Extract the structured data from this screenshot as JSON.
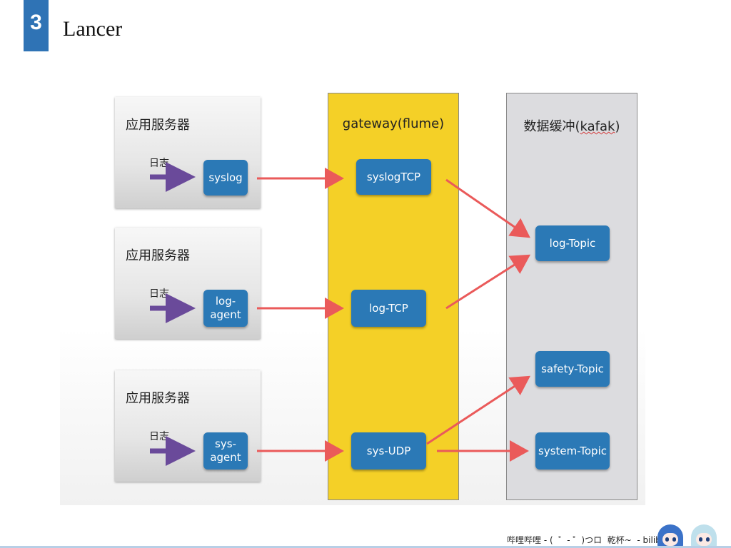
{
  "slide": {
    "number": "3",
    "title": "Lancer"
  },
  "servers": [
    {
      "title": "应用服务器",
      "log_label": "日志",
      "agent": "syslog"
    },
    {
      "title": "应用服务器",
      "log_label": "日志",
      "agent": "log-\nagent"
    },
    {
      "title": "应用服务器",
      "log_label": "日志",
      "agent": "sys-\nagent"
    }
  ],
  "gateway": {
    "title": "gateway(flume)",
    "nodes": [
      "syslogTCP",
      "log-TCP",
      "sys-UDP"
    ]
  },
  "kafka": {
    "title_prefix": "数据缓冲(",
    "title_word": "kafak",
    "title_suffix": ")",
    "topics": [
      "log-Topic",
      "safety-Topic",
      "system-Topic"
    ]
  },
  "colors": {
    "node_blue": "#2b79b6",
    "gateway_yellow": "#f4d027",
    "kafka_gray": "#dcdcdf",
    "arrow_red": "#ea5a5a",
    "log_arrow_purple": "#6a4a9a",
    "badge_blue": "#2f73b5"
  },
  "footer": {
    "text": "哔哩哔哩 - (  ゜- ゜)つロ  乾杯~  - bilibili"
  }
}
